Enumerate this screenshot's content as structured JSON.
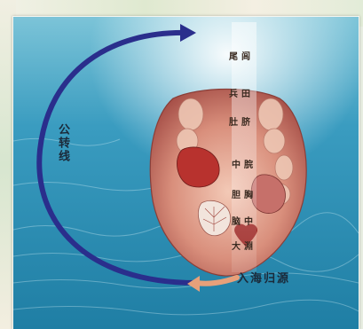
{
  "labels": {
    "arc": "公转线",
    "tongue_rows": [
      {
        "left": "尾",
        "right": "闾"
      },
      {
        "left": "兵",
        "right": "田"
      },
      {
        "left": "肚",
        "right": "脐"
      },
      {
        "left": "中",
        "right": "脘"
      },
      {
        "left": "胆",
        "right": "胸"
      },
      {
        "left": "脑",
        "right": "中"
      },
      {
        "left": "大",
        "right": "淵"
      }
    ],
    "source": "入海归源"
  },
  "colors": {
    "sea": "#2f93b6",
    "arc": "#2a2e8c",
    "arrow_bottom": "#e7a07a",
    "frame": "#f6f6f0"
  }
}
